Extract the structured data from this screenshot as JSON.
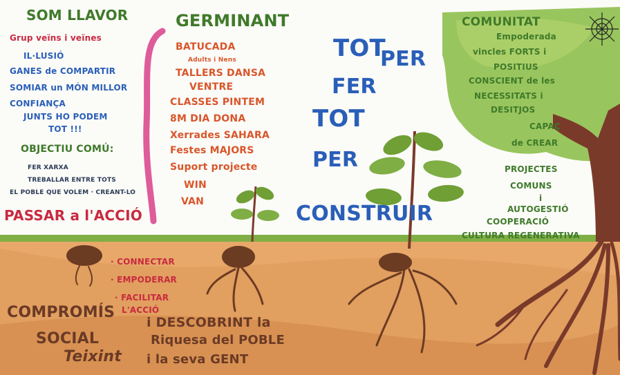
{
  "left": {
    "title": "SOM LLAVOR",
    "lines": [
      "Grup veïns i veïnes",
      "IL·LUSIÓ",
      "GANES de COMPARTIR",
      "SOMIAR un MÓN MILLOR",
      "CONFIANÇA",
      "JUNTS HO PODEM",
      "TOT !!!"
    ],
    "objective_title": "OBJECTIU COMÚ:",
    "bullets": [
      "FER XARXA",
      "TREBALLAR ENTRE TOTS",
      "EL POBLE QUE VOLEM · CREANT-LO"
    ],
    "action": "PASSAR a l'ACCIÓ"
  },
  "germinant": {
    "title": "GERMINANT",
    "items": [
      "BATUCADA",
      "Adults i Nens",
      "TALLERS DANSA",
      "VENTRE",
      "CLASSES PINTEM",
      "8M DIA DONA",
      "Xerrades SAHARA",
      "Festes MAJORS",
      "Suport projecte",
      "WIN",
      "VAN"
    ]
  },
  "center_words": [
    "TOT",
    "PER",
    "FER",
    "TOT",
    "PER",
    "CONSTRUIR"
  ],
  "comunitat": {
    "title": "COMUNITAT",
    "lines": [
      "Empoderada",
      "vincles FORTS i",
      "POSITIUS",
      "CONSCIENT de les",
      "NECESSITATS i",
      "DESITJOS",
      "CAPAÇ",
      "de CREAR"
    ],
    "projects": [
      "PROJECTES",
      "COMUNS",
      "i",
      "AUTOGESTIÓ",
      "COOPERACIÓ",
      "CULTURA REGENERATIVA"
    ]
  },
  "roots_actions": [
    "· CONNECTAR",
    "· EMPODERAR",
    "· FACILITAR",
    "L'ACCIÓ"
  ],
  "bottom": {
    "compromis": "COMPROMÍS",
    "social": "SOCIAL",
    "teixint": "Teixint",
    "line1": "i DESCOBRINT la",
    "line2": "Riquesa del POBLE",
    "line3": "i la seva GENT"
  },
  "colors": {
    "sky": "#fbfbf8",
    "soil": "#e7a86a",
    "soil_dark": "#c9793a",
    "grass": "#7fae44",
    "tree_crown": "#8ebf4c",
    "trunk": "#7a3a2a",
    "leaf": "#6f9f35",
    "seed": "#6b3b22",
    "pink": "#d8408a"
  },
  "icons": [
    "spider-web-icon"
  ]
}
